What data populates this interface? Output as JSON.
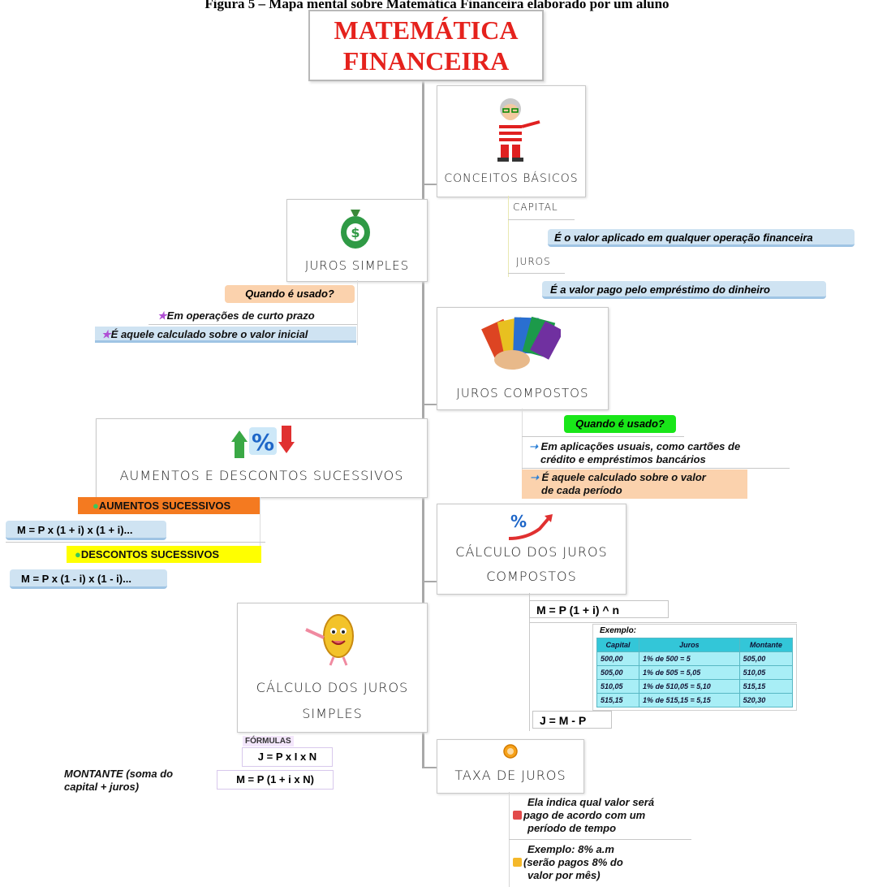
{
  "caption": "Figura 5 – Mapa mental sobre Matemática Financeira elaborado por um aluno",
  "title": {
    "line1": "MATEMÁTICA",
    "line2": "FINANCEIRA"
  },
  "conceitos": {
    "label": "CONCEITOS BÁSICOS",
    "capital_label": "CAPITAL",
    "capital_def": "É o valor aplicado em qualquer operação financeira",
    "juros_label": "JUROS",
    "juros_def": "É a valor pago pelo empréstimo do dinheiro"
  },
  "juros_simples": {
    "label": "JUROS SIMPLES",
    "quando": "Quando é usado?",
    "curto": "Em operações de curto prazo",
    "inicial": "É aquele calculado sobre o valor inicial"
  },
  "juros_compostos": {
    "label": "JUROS COMPOSTOS",
    "quando": "Quando é usado?",
    "aplic_line1": "Em aplicações usuais, como cartões de",
    "aplic_line2": "crédito e empréstimos bancários",
    "periodo_line1": "É aquele calculado sobre o valor",
    "periodo_line2": "de cada período"
  },
  "aumentos": {
    "label": "AUMENTOS E DESCONTOS SUCESSIVOS",
    "aum_label": "AUMENTOS SUCESSIVOS",
    "aum_formula": "M = P x (1 + i) x (1 + i)...",
    "desc_label": "DESCONTOS SUCESSIVOS",
    "desc_formula": "M = P x (1 - i) x (1 - i)..."
  },
  "calc_compostos": {
    "label_line1": "CÁLCULO DOS JUROS",
    "label_line2": "COMPOSTOS",
    "formula": "M = P  (1 + i) ^ n",
    "exemplo_label": "Exemplo:",
    "table": {
      "headers": [
        "Capital",
        "Juros",
        "Montante"
      ],
      "rows": [
        [
          "500,00",
          "1% de 500 = 5",
          "505,00"
        ],
        [
          "505,00",
          "1% de 505 = 5,05",
          "510,05"
        ],
        [
          "510,05",
          "1% de 510,05 = 5,10",
          "515,15"
        ],
        [
          "515,15",
          "1% de 515,15 = 5,15",
          "520,30"
        ]
      ]
    },
    "jmp": "J = M - P"
  },
  "calc_simples": {
    "label_line1": "CÁLCULO DOS JUROS",
    "label_line2": "SIMPLES",
    "formulas_label": "FÓRMULAS",
    "f1": "J = P x I x N",
    "f2": "M = P (1 + i x N)",
    "montante_line1": "MONTANTE (soma do",
    "montante_line2": "capital + juros)"
  },
  "taxa": {
    "label": "TAXA DE JUROS",
    "desc_line1": "Ela indica qual valor será",
    "desc_line2": "pago de acordo com um",
    "desc_line3": "período de tempo",
    "ex_line1": "Exemplo: 8% a.m",
    "ex_line2": "(serão pagos 8% do",
    "ex_line3": "valor por mês)"
  },
  "colors": {
    "title_red": "#e5221d",
    "orange": "#f47a20",
    "yellow": "#ffff00",
    "green": "#19e619",
    "peach": "#fbd2ad",
    "blue": "#cfe3f2",
    "cyan": "#33c6d8"
  }
}
